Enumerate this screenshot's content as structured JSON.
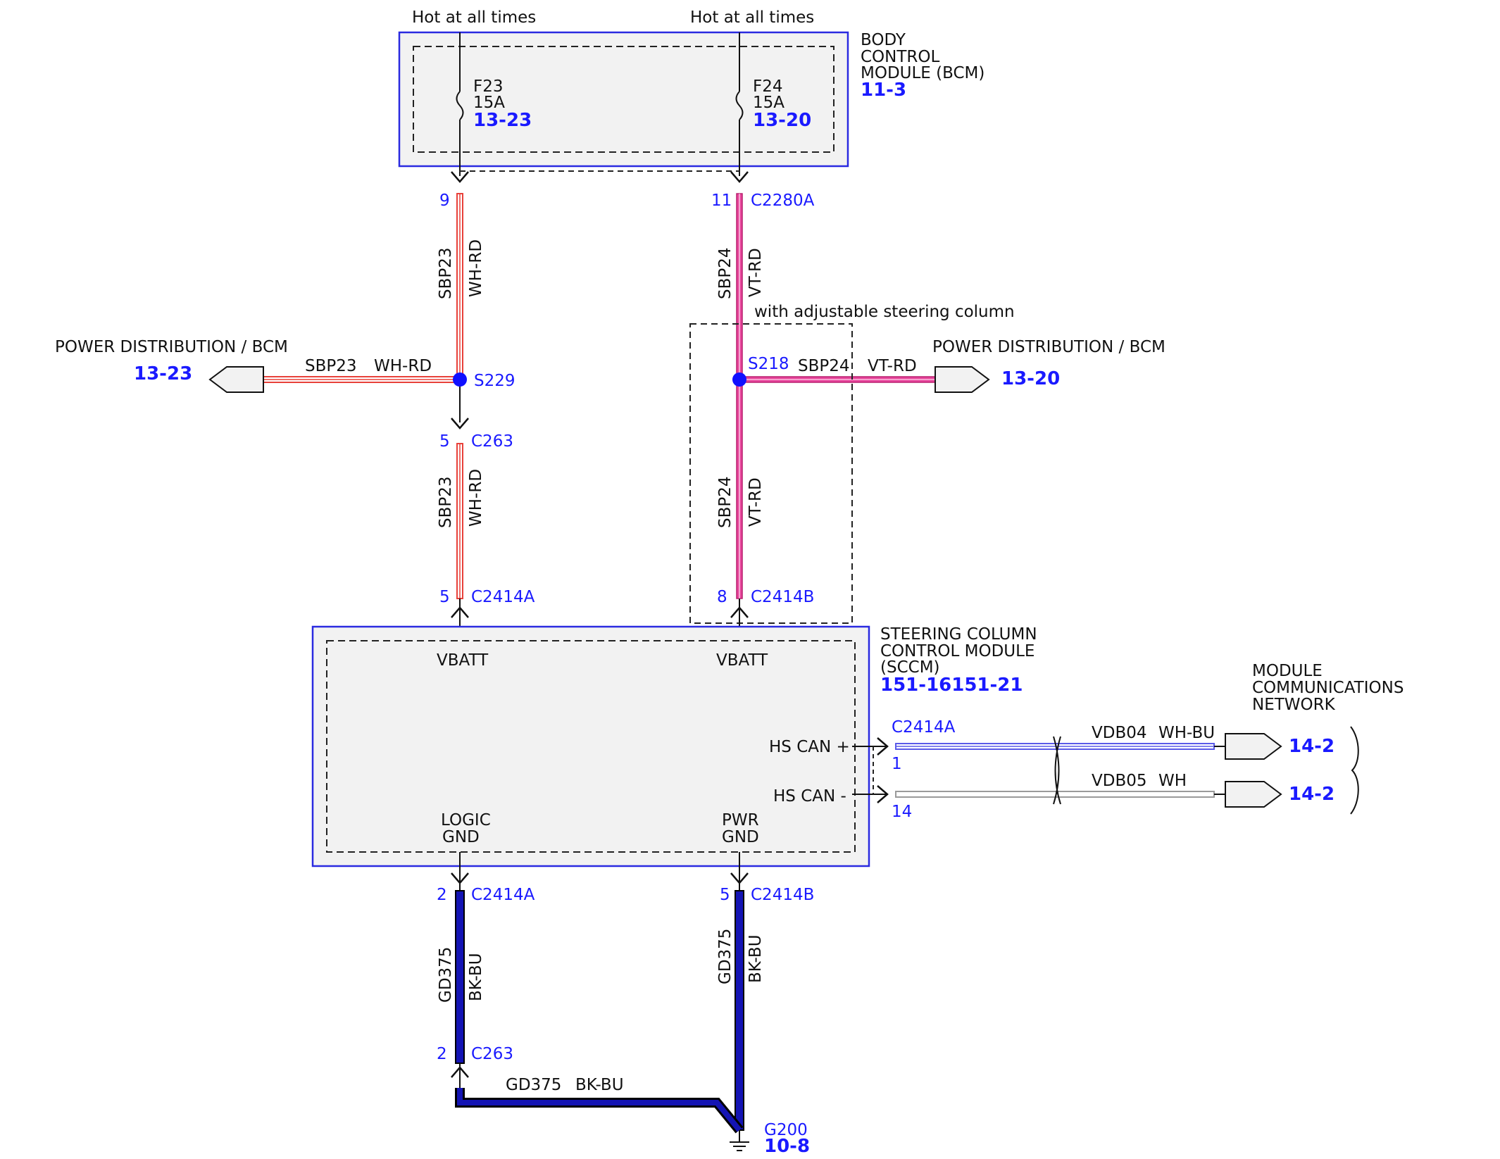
{
  "colors": {
    "module_border": "#2a2ae0",
    "module_fill": "#f2f2f2",
    "ref_text": "#1a1aff",
    "wire_wh_rd": "#e8413a",
    "wire_vt_rd": "#e8459c",
    "wire_bk_bu": "#1414b4",
    "wire_wh_bu": "#5a5ae8",
    "wire_wh": "#9a9a9a",
    "splice": "#1010ff"
  },
  "bcm": {
    "hot_left": "Hot at all times",
    "hot_right": "Hot at all times",
    "name_line1": "BODY",
    "name_line2": "CONTROL",
    "name_line3": "MODULE (BCM)",
    "ref": "11-3",
    "fuse_left": {
      "id": "F23",
      "rating": "15A",
      "ref": "13-23"
    },
    "fuse_right": {
      "id": "F24",
      "rating": "15A",
      "ref": "13-20"
    }
  },
  "left_branch": {
    "pin_top": "9",
    "wire_upper": {
      "circuit": "SBP23",
      "color": "WH-RD"
    },
    "splice": "S229",
    "offpage": {
      "title": "POWER DISTRIBUTION / BCM",
      "ref": "13-23",
      "circuit": "SBP23",
      "color": "WH-RD"
    },
    "mid_pin": "5",
    "mid_connector": "C263",
    "wire_lower": {
      "circuit": "SBP23",
      "color": "WH-RD"
    },
    "bottom_pin": "5",
    "bottom_connector": "C2414A"
  },
  "right_branch": {
    "pin_top": "11",
    "connector_top": "C2280A",
    "wire_upper": {
      "circuit": "SBP24",
      "color": "VT-RD"
    },
    "option_note": "with adjustable steering column",
    "splice": "S218",
    "offpage": {
      "title": "POWER DISTRIBUTION / BCM",
      "ref": "13-20",
      "circuit": "SBP24",
      "color": "VT-RD"
    },
    "wire_lower": {
      "circuit": "SBP24",
      "color": "VT-RD"
    },
    "bottom_pin": "8",
    "bottom_connector": "C2414B"
  },
  "sccm": {
    "name_line1": "STEERING COLUMN",
    "name_line2": "CONTROL MODULE",
    "name_line3": "(SCCM)",
    "ref": "151-16151-21",
    "vbatt_left": "VBATT",
    "vbatt_right": "VBATT",
    "can_high": "HS CAN +",
    "can_low": "HS CAN -",
    "logic_gnd_1": "LOGIC",
    "logic_gnd_2": "GND",
    "pwr_gnd_1": "PWR",
    "pwr_gnd_2": "GND"
  },
  "network": {
    "title_line1": "MODULE",
    "title_line2": "COMMUNICATIONS",
    "title_line3": "NETWORK",
    "connector": "C2414A",
    "pin_high": "1",
    "pin_low": "14",
    "wire_high": {
      "circuit": "VDB04",
      "color": "WH-BU",
      "ref": "14-2"
    },
    "wire_low": {
      "circuit": "VDB05",
      "color": "WH",
      "ref": "14-2"
    }
  },
  "ground": {
    "left_pin_top": "2",
    "left_connector_top": "C2414A",
    "right_pin_top": "5",
    "right_connector_top": "C2414B",
    "left_wire": {
      "circuit": "GD375",
      "color": "BK-BU"
    },
    "right_wire": {
      "circuit": "GD375",
      "color": "BK-BU"
    },
    "left_pin_bottom": "2",
    "left_connector_bottom": "C263",
    "bottom_wire": {
      "circuit": "GD375",
      "color": "BK-BU"
    },
    "point": "G200",
    "ref": "10-8"
  }
}
